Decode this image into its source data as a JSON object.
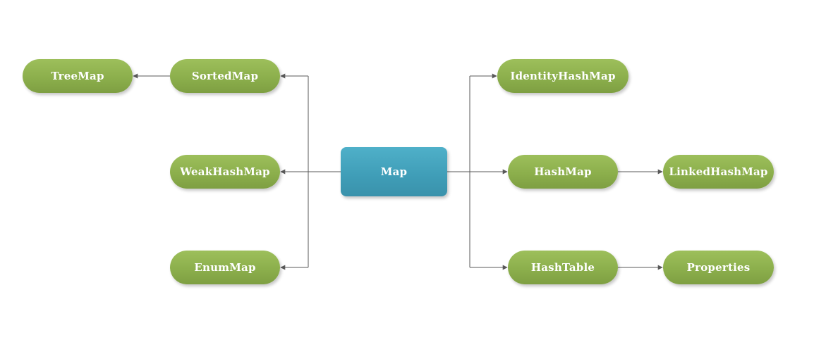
{
  "diagram": {
    "root": {
      "label": "Map"
    },
    "nodes": {
      "treemap": "TreeMap",
      "sortedmap": "SortedMap",
      "weakhashmap": "WeakHashMap",
      "enummap": "EnumMap",
      "identityhashmap": "IdentityHashMap",
      "hashmap": "HashMap",
      "linkedhashmap": "LinkedHashMap",
      "hashtable": "HashTable",
      "properties": "Properties"
    },
    "edges": [
      {
        "from": "Map",
        "to": "SortedMap"
      },
      {
        "from": "Map",
        "to": "WeakHashMap"
      },
      {
        "from": "Map",
        "to": "EnumMap"
      },
      {
        "from": "SortedMap",
        "to": "TreeMap"
      },
      {
        "from": "Map",
        "to": "IdentityHashMap"
      },
      {
        "from": "Map",
        "to": "HashMap"
      },
      {
        "from": "Map",
        "to": "HashTable"
      },
      {
        "from": "HashMap",
        "to": "LinkedHashMap"
      },
      {
        "from": "HashTable",
        "to": "Properties"
      }
    ],
    "colors": {
      "root_fill": "#43a4be",
      "node_fill": "#8fb14f",
      "connector": "#595959",
      "text": "#ffffff"
    }
  }
}
